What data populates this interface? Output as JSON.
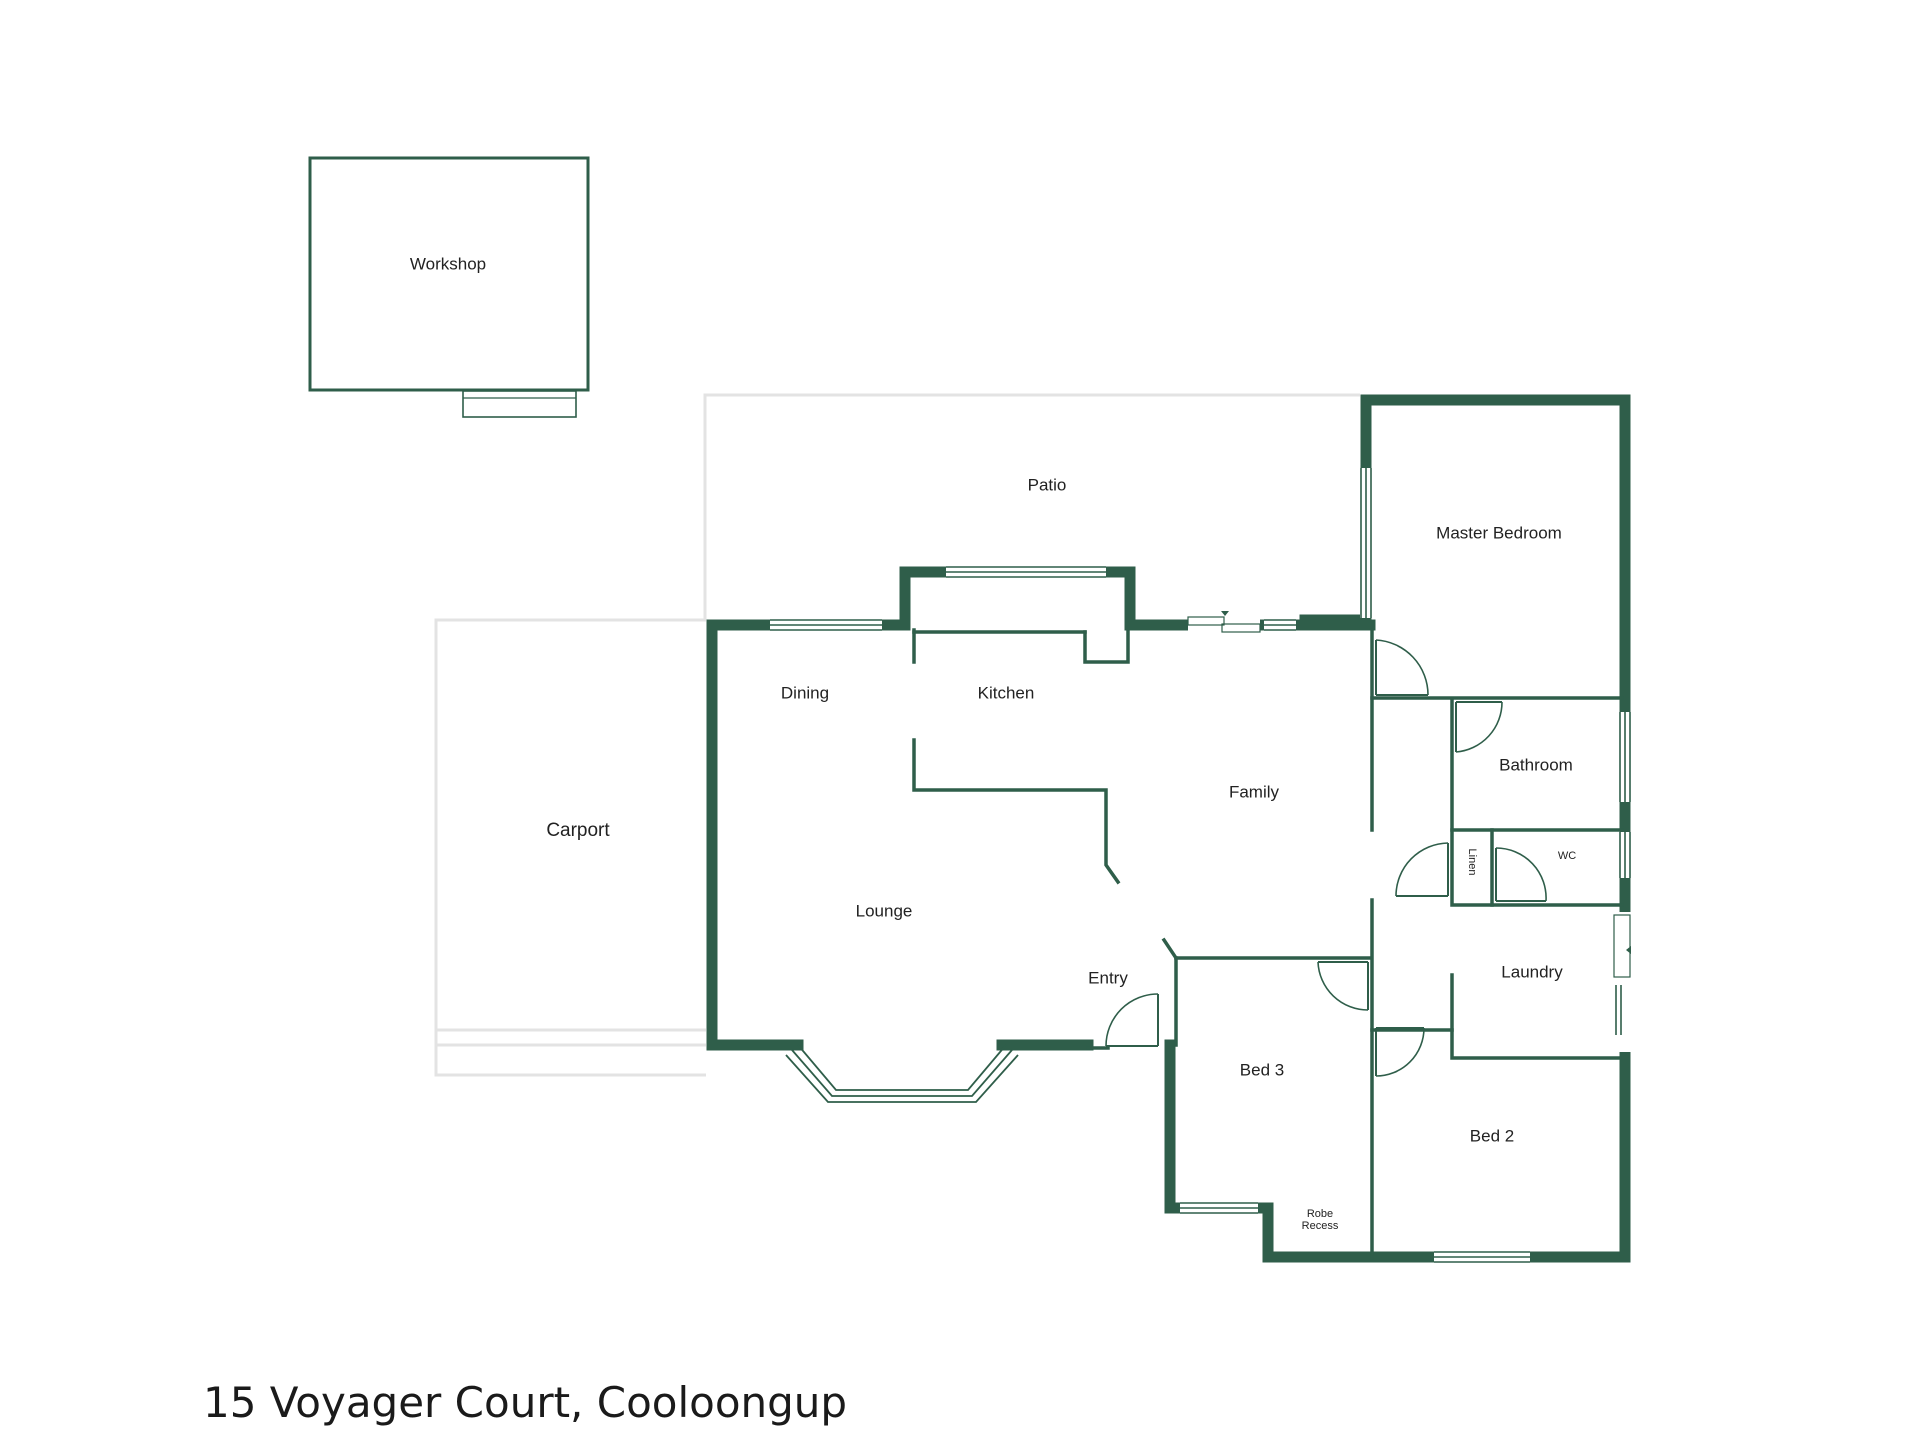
{
  "address": "15 Voyager Court, Cooloongup",
  "rooms": {
    "workshop": "Workshop",
    "patio": "Patio",
    "master_bedroom": "Master Bedroom",
    "carport": "Carport",
    "dining": "Dining",
    "kitchen": "Kitchen",
    "family": "Family",
    "bathroom": "Bathroom",
    "linen": "Linen",
    "wc": "WC",
    "lounge": "Lounge",
    "entry": "Entry",
    "laundry": "Laundry",
    "bed3": "Bed 3",
    "bed2": "Bed 2",
    "robe_line1": "Robe",
    "robe_line2": "Recess"
  },
  "colors": {
    "wall": "#2f5e4a",
    "outline_grey": "#e3e3e3",
    "label_text": "#222222"
  }
}
